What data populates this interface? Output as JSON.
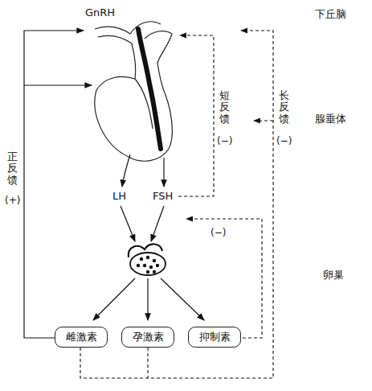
{
  "diagram": {
    "nodes": [
      {
        "text": [
          "雌激素"
        ]
      },
      {
        "text": [
          "孕激素"
        ]
      },
      {
        "text": [
          "抑制素"
        ]
      }
    ],
    "labels": [
      "GnRH",
      "下丘脑",
      "短反馈",
      "(−)",
      "长反馈",
      "(−)",
      "腺垂体",
      "正反馈",
      "(+)",
      "LH",
      "FSH",
      "(−)",
      "卵巢"
    ]
  }
}
